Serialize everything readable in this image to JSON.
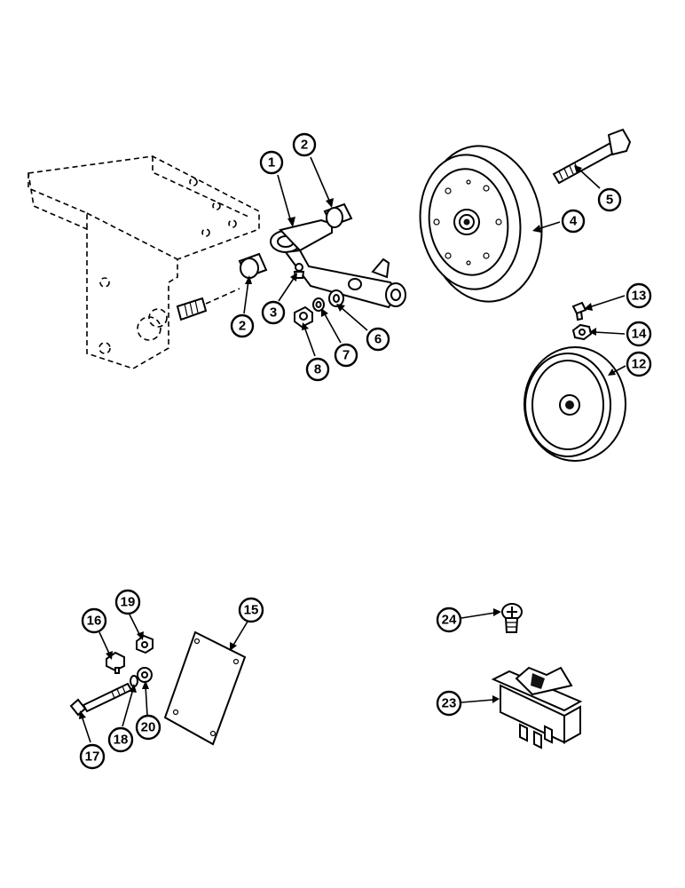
{
  "callouts": [
    {
      "id": "c1",
      "label": "1"
    },
    {
      "id": "c2a",
      "label": "2"
    },
    {
      "id": "c2b",
      "label": "2"
    },
    {
      "id": "c3",
      "label": "3"
    },
    {
      "id": "c4",
      "label": "4"
    },
    {
      "id": "c5",
      "label": "5"
    },
    {
      "id": "c6",
      "label": "6"
    },
    {
      "id": "c7",
      "label": "7"
    },
    {
      "id": "c8",
      "label": "8"
    },
    {
      "id": "c12",
      "label": "12"
    },
    {
      "id": "c13",
      "label": "13"
    },
    {
      "id": "c14",
      "label": "14"
    },
    {
      "id": "c15",
      "label": "15"
    },
    {
      "id": "c16",
      "label": "16"
    },
    {
      "id": "c17",
      "label": "17"
    },
    {
      "id": "c18",
      "label": "18"
    },
    {
      "id": "c19",
      "label": "19"
    },
    {
      "id": "c20",
      "label": "20"
    },
    {
      "id": "c23",
      "label": "23"
    },
    {
      "id": "c24",
      "label": "24"
    }
  ]
}
